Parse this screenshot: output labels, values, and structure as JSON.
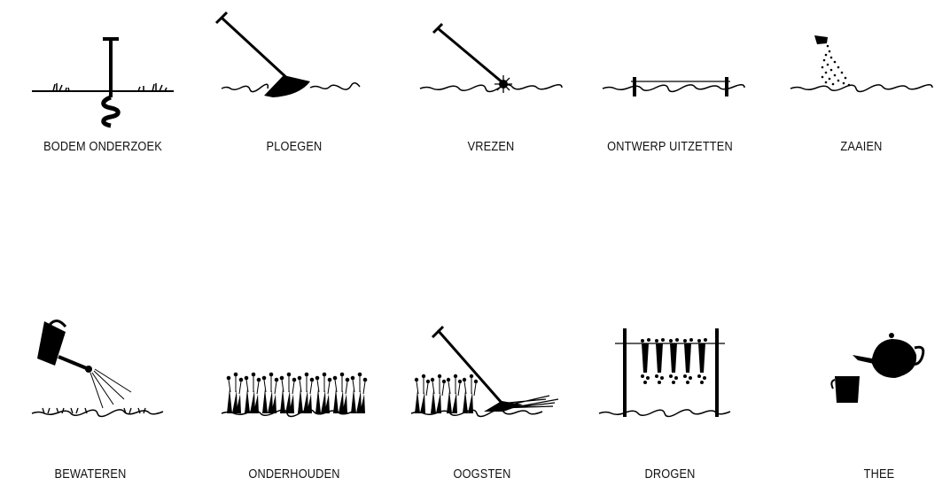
{
  "ink_color": "#000000",
  "background_color": "#ffffff",
  "steps": [
    {
      "label": "BODEM ONDERZOEK",
      "icon": "soil-auger-icon"
    },
    {
      "label": "PLOEGEN",
      "icon": "plough-icon"
    },
    {
      "label": "VREZEN",
      "icon": "tiller-icon"
    },
    {
      "label": "ONTWERP UITZETTEN",
      "icon": "field-layout-icon"
    },
    {
      "label": "ZAAIEN",
      "icon": "sowing-icon"
    },
    {
      "label": "BEWATEREN",
      "icon": "watering-can-icon"
    },
    {
      "label": "ONDERHOUDEN",
      "icon": "crop-rows-icon"
    },
    {
      "label": "OOGSTEN",
      "icon": "harvest-scythe-icon"
    },
    {
      "label": "DROGEN",
      "icon": "drying-rack-icon"
    },
    {
      "label": "THEE",
      "icon": "teapot-cup-icon"
    }
  ]
}
